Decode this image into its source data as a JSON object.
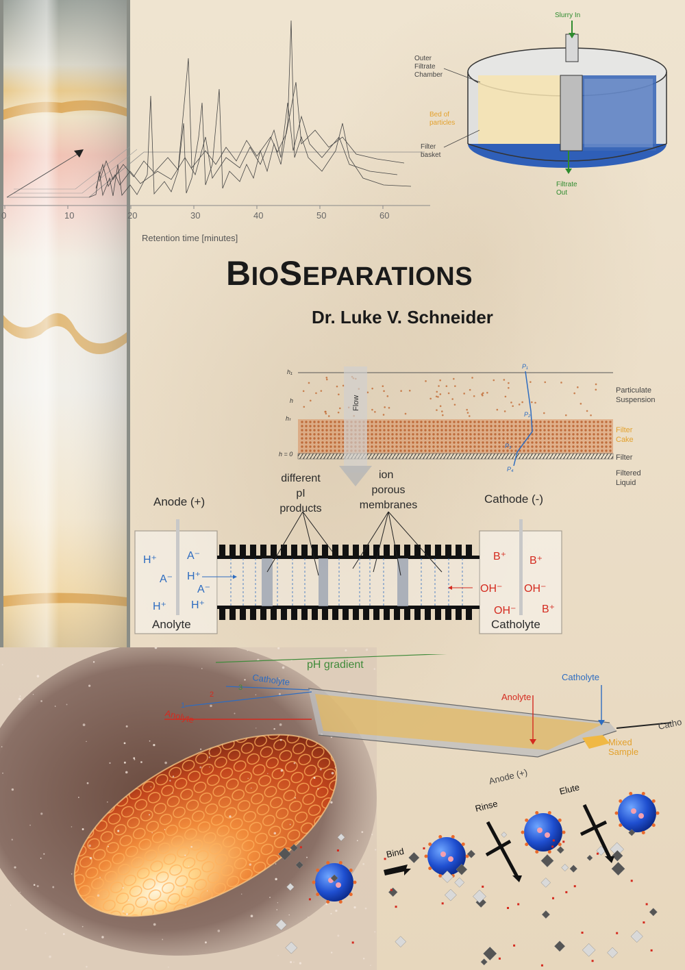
{
  "cover": {
    "title_first_big": "B",
    "title_first_small": "IO",
    "title_second_big": "S",
    "title_second_small": "EPARATIONS",
    "author": "Dr. Luke V. Schneider"
  },
  "chromatogram": {
    "axis_ticks": [
      "0",
      "10",
      "20",
      "30",
      "40",
      "50",
      "60"
    ],
    "xlabel": "Retention time [minutes]"
  },
  "centrifuge": {
    "slurry_in": "Slurry In",
    "outer_filtrate_chamber": [
      "Outer",
      "Filtrate",
      "Chamber"
    ],
    "bed_of_particles": [
      "Bed of",
      "particles"
    ],
    "filter_basket": [
      "Filter",
      "basket"
    ],
    "filtrate_out": [
      "Filtrate",
      "Out"
    ]
  },
  "filtration": {
    "flow": "Flow",
    "h_labels": [
      "h₁",
      "h",
      "hₜ",
      "h = 0"
    ],
    "p_labels": [
      "P₁",
      "P₂",
      "P₃",
      "P₄"
    ],
    "particulate_suspension": [
      "Particulate",
      "Suspension"
    ],
    "filter_cake": [
      "Filter",
      "Cake"
    ],
    "filter": "Filter",
    "filtered_liquid": [
      "Filtered",
      "Liquid"
    ]
  },
  "electrophoresis": {
    "different_pi_products": [
      "different",
      "pI",
      "products"
    ],
    "ion_porous_membranes": [
      "ion",
      "porous",
      "membranes"
    ],
    "anode": "Anode (+)",
    "cathode": "Cathode (-)",
    "anolyte": "Anolyte",
    "catholyte": "Catholyte",
    "anode_ions": [
      "H⁺",
      "A⁻",
      "A⁻",
      "H⁺",
      "A⁻",
      "H⁺",
      "H⁺"
    ],
    "cathode_ions": [
      "B⁺",
      "B⁺",
      "OH⁻",
      "OH⁻",
      "OH⁻",
      "B⁺"
    ]
  },
  "flow_cell": {
    "ph_gradient": "pH gradient",
    "catholyte_left": "Catholyte",
    "catholyte_right": "Catholyte",
    "anolyte_top": "Anolyte",
    "anolyte_left": "Anolyte",
    "mixed_sample": [
      "Mixed",
      "Sample"
    ],
    "anode": "Anode (+)",
    "cathode_cut": "Catho",
    "numbers": [
      "1",
      "2",
      "3"
    ]
  },
  "affinity": {
    "bind": "Bind",
    "rinse": "Rinse",
    "elute": "Elute"
  },
  "colors": {
    "blue": "#2d6cc0",
    "red": "#d42a1f",
    "orange": "#e3a12c",
    "green": "#3f8a3a"
  }
}
